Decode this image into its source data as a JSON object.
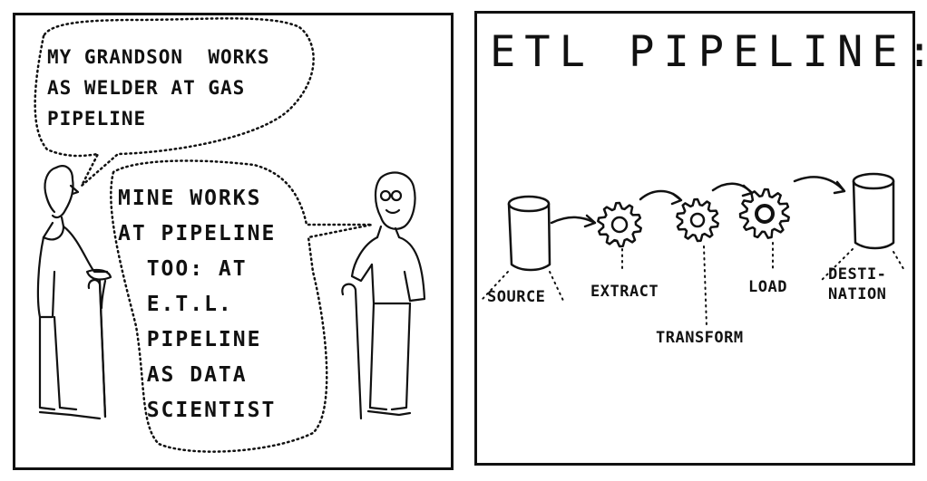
{
  "left_panel": {
    "speech_bubble_1": "MY GRANDSON  WORKS\nAS WELDER AT GAS\nPIPELINE",
    "speech_bubble_2": "MINE WORKS\nAT PIPELINE\n  TOO: AT\n  E.T.L.\n  PIPELINE\n  AS DATA\n  SCIENTIST"
  },
  "right_panel": {
    "title": "ETL PIPELINE:",
    "labels": {
      "source": "SOURCE",
      "extract": "EXTRACT",
      "transform": "TRANSFORM",
      "load": "LOAD",
      "destination": "DESTI-\nNATION"
    }
  },
  "icons": [
    "database-cylinder-icon",
    "gear-icon",
    "arrow-icon",
    "old-man-figure",
    "walking-cane"
  ],
  "colors": {
    "ink": "#111111",
    "background": "#ffffff"
  }
}
